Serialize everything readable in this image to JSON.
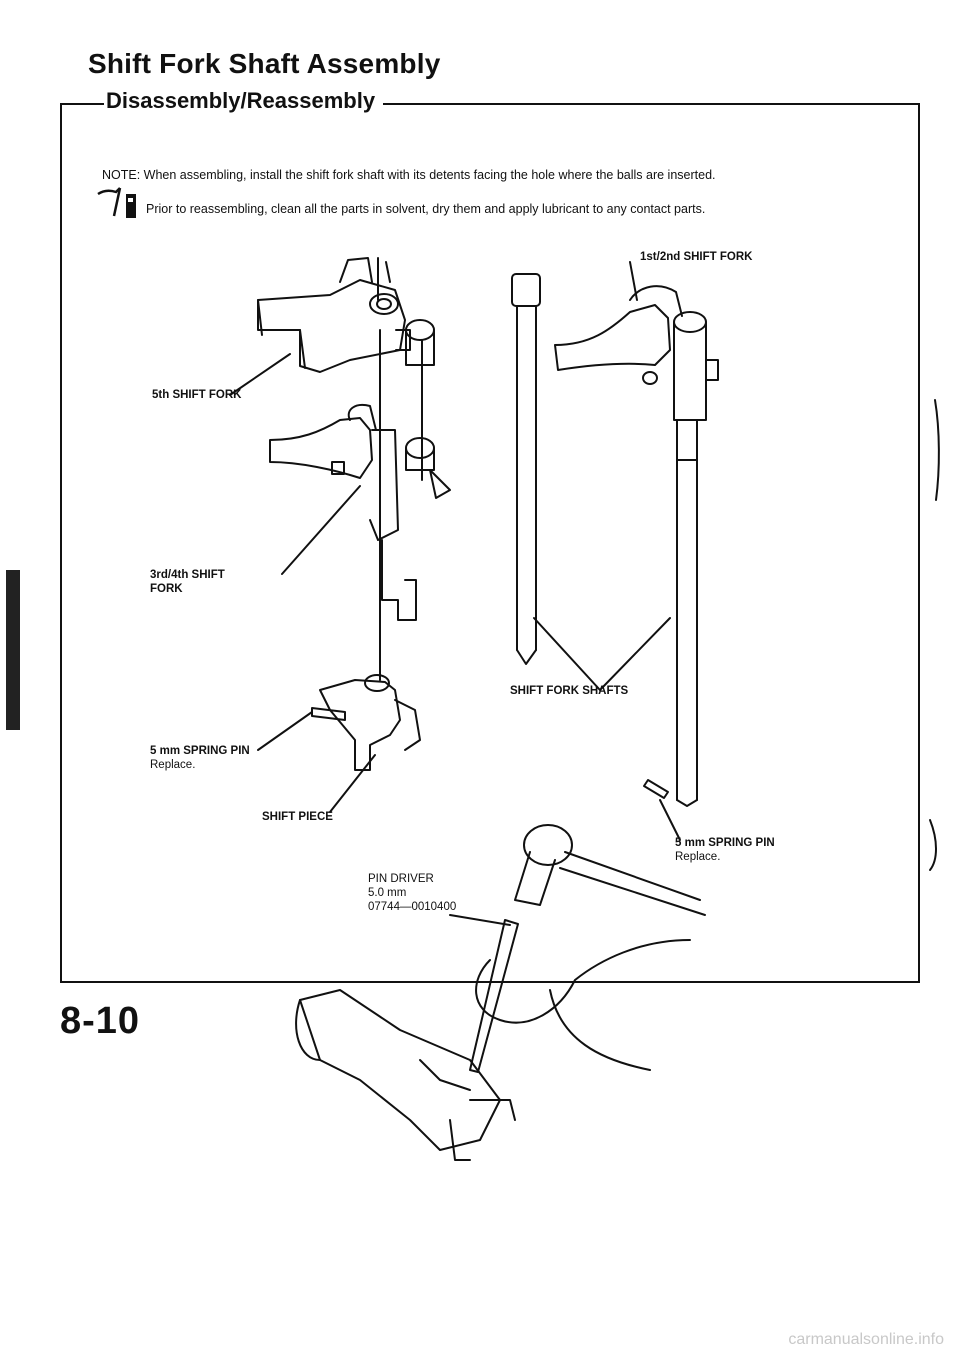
{
  "header": {
    "title": "Shift Fork Shaft Assembly",
    "subtitle": "Disassembly/Reassembly"
  },
  "note": "NOTE: When assembling, install the shift fork shaft with its detents facing the hole where the balls are inserted.",
  "tip": "Prior to reassembling, clean all the parts in solvent, dry them and apply lubricant to any contact parts.",
  "callouts": {
    "fork_5th": "5th SHIFT FORK",
    "fork_34_line1": "3rd/4th SHIFT",
    "fork_34_line2": "FORK",
    "spring_pin_left": "5 mm SPRING PIN",
    "spring_pin_left_note": "Replace.",
    "shift_piece": "SHIFT PIECE",
    "fork_12": "1st/2nd SHIFT FORK",
    "shafts": "SHIFT FORK SHAFTS",
    "spring_pin_right": "5 mm SPRING PIN",
    "spring_pin_right_note": "Replace.",
    "pin_driver_line1": "PIN DRIVER",
    "pin_driver_line2": "5.0 mm",
    "pin_driver_line3": "07744—0010400"
  },
  "footer": {
    "page_number": "8-10",
    "watermark": "carmanualsonline.info"
  }
}
